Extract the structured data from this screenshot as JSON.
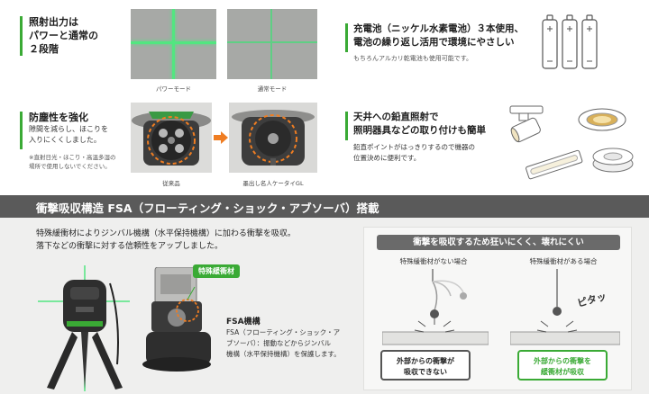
{
  "sections": {
    "power": {
      "title_lines": [
        "照射出力は",
        "パワーと通常の",
        "２段階"
      ],
      "captions": [
        "パワーモード",
        "通常モード"
      ]
    },
    "battery": {
      "title_lines": [
        "充電池（ニッケル水素電池）３本使用、",
        "電池の繰り返し活用で環境にやさしい"
      ],
      "note": "もちろんアルカリ乾電池も使用可能です。"
    },
    "protection": {
      "title": "防塵性を強化",
      "desc_lines": [
        "隙間を減らし、ほこりを",
        "入りにくくしました。"
      ],
      "note_lines": [
        "※直射日光・ほこり・高温多湿の",
        "場所で使用しないでください。"
      ],
      "captions": [
        "従来品",
        "墨出し名人ケータイGL"
      ]
    },
    "ceiling": {
      "title_lines": [
        "天井への鉛直照射で",
        "照明器具などの取り付けも簡単"
      ],
      "desc_lines": [
        "鉛直ポイントがはっきりするので機器の",
        "位置決めに便利です。"
      ]
    }
  },
  "fsa": {
    "header": "衝撃吸収構造 FSA（フローティング・ショック・アブソーバ）搭載",
    "intro_lines": [
      "特殊緩衝材によりジンバル機構（水平保持機構）に加わる衝撃を吸収。",
      "落下などの衝撃に対する信頼性をアップしました。"
    ],
    "badge": "特殊緩衝材",
    "mech_title": "FSA機構",
    "mech_lines": [
      "FSA（フローティング・ショック・ア",
      "ブソーバ）：振動などからジンバル",
      "機構（水平保持機構）を保護します。"
    ],
    "shock": {
      "head": "衝撃を吸収するため狂いにくく、壊れにくい",
      "without_label": "特殊緩衝材がない場合",
      "with_label": "特殊緩衝材がある場合",
      "sound": "ピタッ",
      "without_result": [
        "外部からの衝撃が",
        "吸収できない"
      ],
      "with_result": [
        "外部からの衝撃を",
        "緩衝材が吸収"
      ]
    }
  },
  "colors": {
    "accent_green": "#3aaa35",
    "laser_green": "#4fe07a",
    "header_gray": "#5a5a5a",
    "highlight_orange": "#ef7d22"
  }
}
